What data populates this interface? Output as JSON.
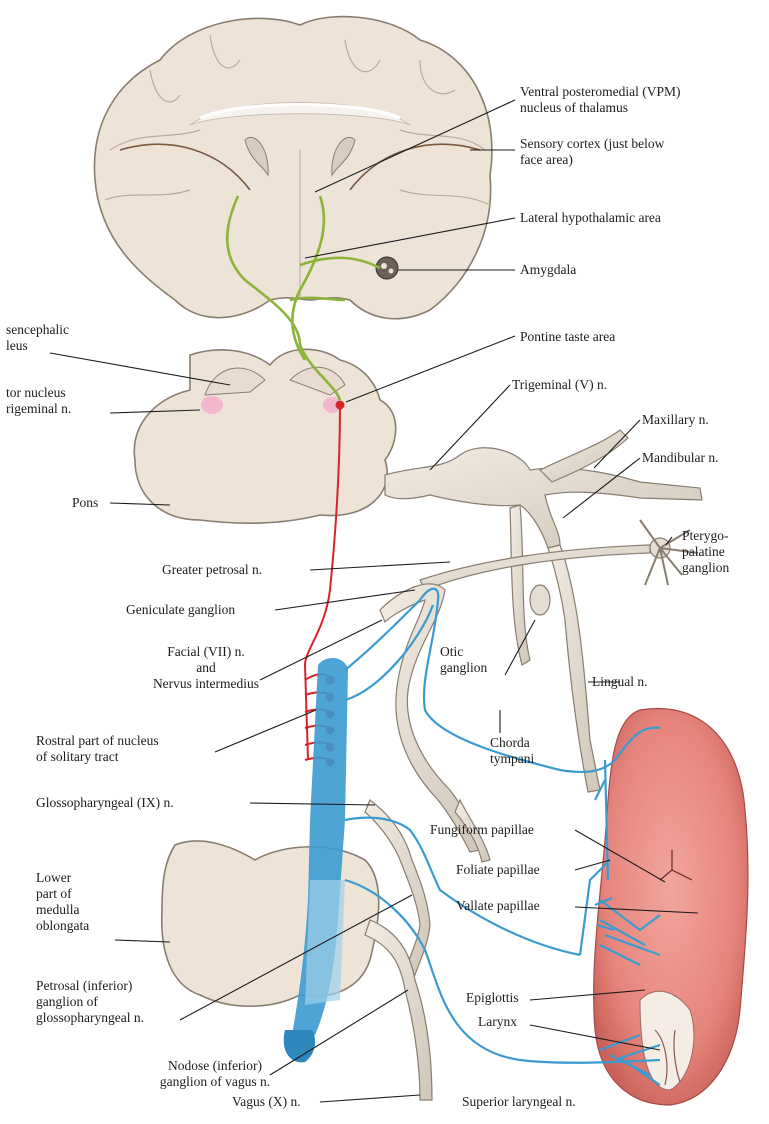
{
  "labels": {
    "vpm": "Ventral posteromedial (VPM)\nnucleus of thalamus",
    "sensory_cortex": "Sensory cortex (just below\nface area)",
    "lateral_hypothalamic": "Lateral hypothalamic area",
    "amygdala": "Amygdala",
    "mesencephalic_nucleus": "sencephalic\nleus",
    "pontine_taste_area": "Pontine taste area",
    "motor_nucleus": "tor nucleus\nrigeminal n.",
    "trigeminal": "Trigeminal (V) n.",
    "maxillary": "Maxillary n.",
    "mandibular": "Mandibular n.",
    "pons": "Pons",
    "pterygopalatine": "Pterygo-\npalatine\nganglion",
    "greater_petrosal": "Greater petrosal n.",
    "geniculate": "Geniculate ganglion",
    "facial": "Facial (VII) n.\nand\nNervus intermedius",
    "otic": "Otic\nganglion",
    "lingual": "Lingual n.",
    "rostral_solitary": "Rostral part of nucleus\nof solitary tract",
    "chorda_tympani": "Chorda\ntympani",
    "glossopharyngeal": "Glossopharyngeal (IX) n.",
    "fungiform": "Fungiform papillae",
    "foliate": "Foliate papillae",
    "vallate": "Vallate papillae",
    "lower_medulla": "Lower\npart of\nmedulla\noblongata",
    "petrosal_ganglion": "Petrosal (inferior)\nganglion of\nglossopharyngeal n.",
    "epiglottis": "Epiglottis",
    "larynx": "Larynx",
    "nodose_ganglion": "Nodose (inferior)\nganglion of vagus n.",
    "vagus": "Vagus (X) n.",
    "superior_laryngeal": "Superior laryngeal n."
  },
  "colors": {
    "brain_tissue": "#ede3d7",
    "brain_outline": "#8a7d70",
    "nerve": "#e4ddd2",
    "taste_pathway_green": "#8db33a",
    "solitary_red": "#d8232a",
    "glossopharyngeal_blue": "#3b9bd0",
    "tongue": "#e88b84",
    "leader_line": "#1c1c1c"
  }
}
